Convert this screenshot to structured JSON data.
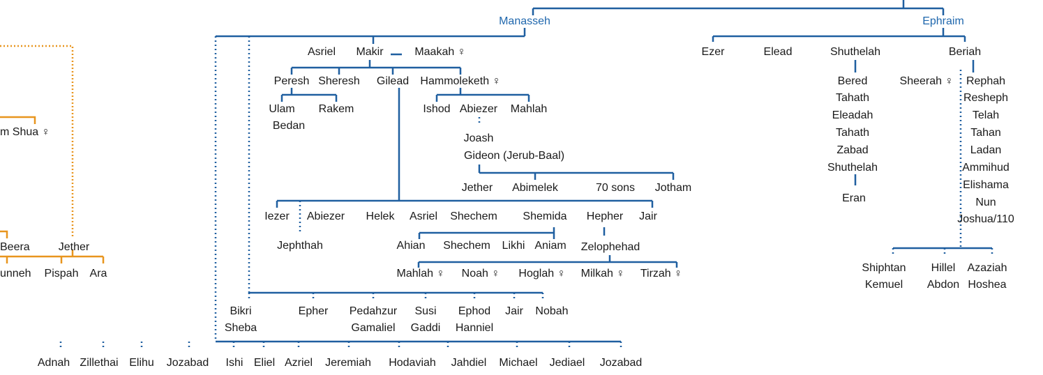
{
  "colors": {
    "line": "#1f5fa0",
    "aux_line": "#e8951e",
    "tribe_text": "#1f67ad",
    "text": "#1a1a1a"
  },
  "tribes": {
    "manasseh": "Manasseh",
    "ephraim": "Ephraim"
  },
  "manasseh": {
    "sons_row": [
      "Asriel",
      "Makir",
      "Maakah ♀"
    ],
    "makir_children": [
      "Peresh",
      "Sheresh",
      "Gilead",
      "Hammoleketh ♀"
    ],
    "peresh_children": [
      "Ulam",
      "Rakem",
      "Bedan"
    ],
    "hammoleketh_children": [
      "Ishod",
      "Abiezer",
      "Mahlah"
    ],
    "abiezer_line": [
      "Joash",
      "Gideon (Jerub-Baal)"
    ],
    "gideon_children": [
      "Jether",
      "Abimelek",
      "70 sons",
      "Jotham"
    ],
    "gilead_children": [
      "Iezer",
      "Abiezer",
      "Helek",
      "Asriel",
      "Shechem",
      "Shemida",
      "Hepher",
      "Jair"
    ],
    "jephthah": "Jephthah",
    "shemida_children": [
      "Ahian",
      "Shechem",
      "Likhi",
      "Aniam"
    ],
    "zelophehad": "Zelophehad",
    "zelophehad_daughters": [
      "Mahlah ♀",
      "Noah ♀",
      "Hoglah ♀",
      "Milkah ♀",
      "Tirzah ♀"
    ],
    "later_clans": [
      [
        "Bikri",
        "Sheba"
      ],
      [
        "Epher"
      ],
      [
        "Pedahzur",
        "Gamaliel"
      ],
      [
        "Susi",
        "Gaddi"
      ],
      [
        "Ephod",
        "Hanniel"
      ],
      [
        "Jair"
      ],
      [
        "Nobah"
      ]
    ],
    "david_era": [
      "Adnah",
      "Zillethai",
      "Elihu",
      "Jozabad",
      "Ishi",
      "Eliel",
      "Azriel",
      "Jeremiah",
      "Hodaviah",
      "Jahdiel",
      "Michael",
      "Jediael",
      "Jozabad"
    ]
  },
  "ephraim": {
    "sons": [
      "Ezer",
      "Elead",
      "Shuthelah",
      "Beriah"
    ],
    "shuthelah_line": [
      "Bered",
      "Tahath",
      "Eleadah",
      "Tahath",
      "Zabad",
      "Shuthelah"
    ],
    "eran": "Eran",
    "sheerah": "Sheerah ♀",
    "rephah_line": [
      "Rephah",
      "Resheph",
      "Telah",
      "Tahan",
      "Ladan",
      "Ammihud",
      "Elishama",
      "Nun",
      "Joshua/110"
    ],
    "later_clans": [
      [
        "Shiphtan",
        "Kemuel"
      ],
      [
        "Hillel",
        "Abdon"
      ],
      [
        "Azaziah",
        "Hoshea"
      ]
    ]
  },
  "left_fragment": {
    "shua": "m  Shua ♀",
    "beera": "Beera",
    "jether": "Jether",
    "children": [
      "unneh",
      "Pispah",
      "Ara"
    ]
  }
}
